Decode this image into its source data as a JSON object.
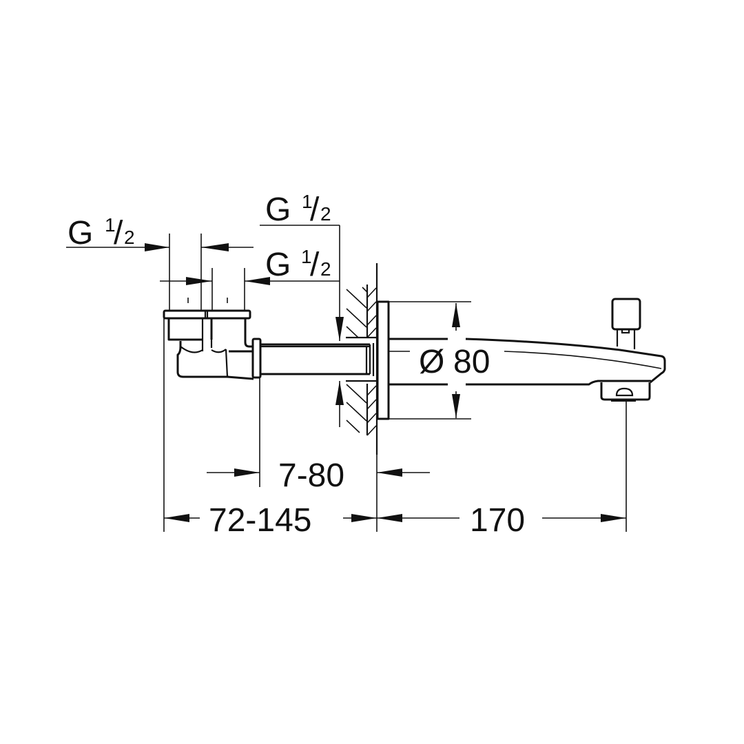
{
  "drawing": {
    "subject": "wall-mounted bath spout with diverter, side elevation",
    "thread_labels": [
      {
        "prefix": "G",
        "numerator": "1",
        "slash": "/",
        "denominator": "2"
      },
      {
        "prefix": "G",
        "numerator": "1",
        "slash": "/",
        "denominator": "2"
      },
      {
        "prefix": "G",
        "numerator": "1",
        "slash": "/",
        "denominator": "2"
      }
    ],
    "dimensions": {
      "diameter": {
        "symbol": "Ø",
        "value": "80"
      },
      "wall_depth": "7-80",
      "adjustable_length": "72-145",
      "projection": "170"
    },
    "colors": {
      "line": "#111111",
      "background": "#ffffff"
    }
  }
}
